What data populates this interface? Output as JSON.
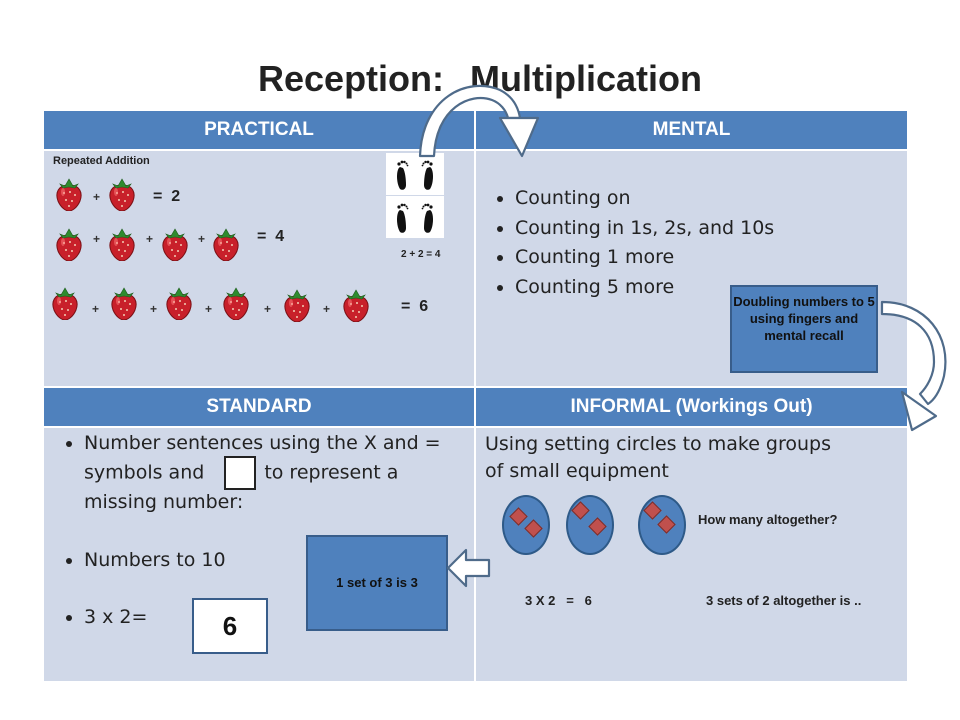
{
  "title": {
    "part1": "Reception:",
    "part2": "Multiplication"
  },
  "headers": {
    "practical": "PRACTICAL",
    "mental": "MENTAL",
    "standard": "STANDARD",
    "informal": "INFORMAL (Workings Out)"
  },
  "practical": {
    "repeated_label": "Repeated Addition",
    "plus": "+",
    "row1_result": "=  2",
    "row2_result": "=  4",
    "row3_result": "=  6",
    "feet_caption": "2 + 2 = 4",
    "icons": [
      "strawberry-icon",
      "footprints-icon"
    ]
  },
  "mental": {
    "items": [
      "Counting on",
      "Counting in 1s, 2s, and 10s",
      "Counting 1 more",
      "Counting 5 more"
    ],
    "callout": "Doubling numbers to 5 using fingers and mental recall"
  },
  "standard": {
    "item1_part1": "Number sentences using the X and = symbols and",
    "item1_part2": "to represent a missing number:",
    "item2": "Numbers to 10",
    "item3": "3 x 2=",
    "answer": "6",
    "callout": "1 set of 3 is 3"
  },
  "informal": {
    "text": "Using setting circles to make groups of small equipment",
    "question": "How many altogether?",
    "equation": "3 X 2   =   6",
    "sets_text": "3 sets of 2 altogether is .."
  },
  "colors": {
    "header": "#4f81bd",
    "cell": "#d0d8e8",
    "strawberry": "#c0202a",
    "diamond": "#c0504d"
  }
}
